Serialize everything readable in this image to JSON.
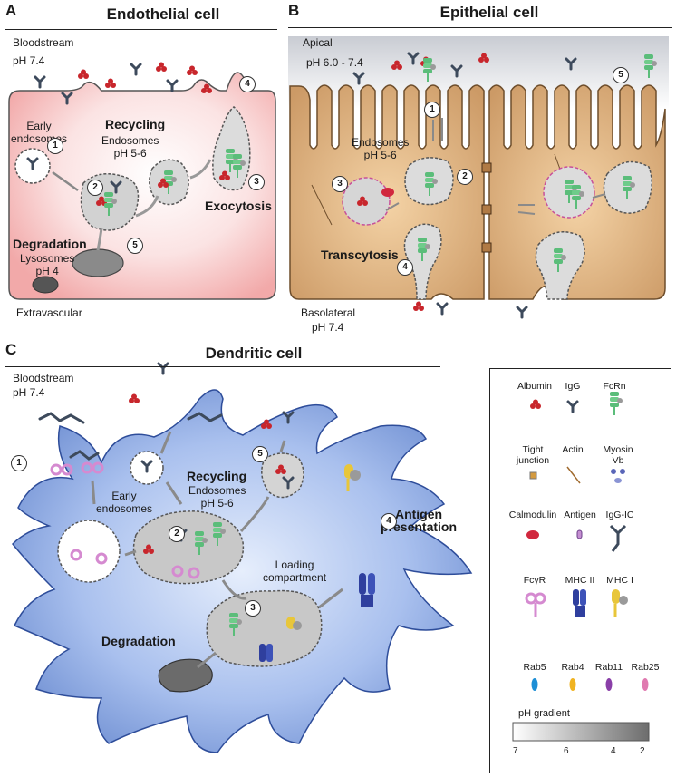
{
  "panel_a": {
    "letter": "A",
    "title": "Endothelial cell",
    "bloodstream": "Bloodstream",
    "bloodstream_ph": "pH 7.4",
    "early_endosomes": "Early\nendosomes",
    "recycling": "Recycling",
    "endosomes_ph": "Endosomes\npH 5-6",
    "exocytosis": "Exocytosis",
    "degradation": "Degradation",
    "lysosomes": "Lysosomes\npH 4",
    "extravascular": "Extravascular",
    "steps": [
      "1",
      "2",
      "3",
      "4",
      "5"
    ]
  },
  "panel_b": {
    "letter": "B",
    "title": "Epithelial cell",
    "apical": "Apical",
    "apical_ph": "pH 6.0 - 7.4",
    "endosomes_ph": "Endosomes\npH 5-6",
    "transcytosis": "Transcytosis",
    "basolateral": "Basolateral",
    "basolateral_ph": "pH 7.4",
    "steps": [
      "1",
      "2",
      "3",
      "4",
      "5"
    ]
  },
  "panel_c": {
    "letter": "C",
    "title": "Dendritic cell",
    "bloodstream": "Bloodstream",
    "bloodstream_ph": "pH 7.4",
    "early_endosomes": "Early\nendosomes",
    "recycling": "Recycling",
    "endosomes_ph": "Endosomes\npH 5-6",
    "antigen_presentation": "Antigen\npresentation",
    "loading_compartment": "Loading\ncompartment",
    "degradation": "Degradation",
    "steps": [
      "1",
      "2",
      "3",
      "4",
      "5"
    ]
  },
  "legend": {
    "items": [
      {
        "label": "Albumin",
        "icon": "albumin-icon"
      },
      {
        "label": "IgG",
        "icon": "igg-icon"
      },
      {
        "label": "FcRn",
        "icon": "fcrn-icon"
      },
      {
        "label": "Tight\njunction",
        "icon": "tight-junction-icon"
      },
      {
        "label": "Actin",
        "icon": "actin-icon"
      },
      {
        "label": "Myosin\nVb",
        "icon": "myosin-vb-icon"
      },
      {
        "label": "Calmodulin",
        "icon": "calmodulin-icon"
      },
      {
        "label": "Antigen",
        "icon": "antigen-icon"
      },
      {
        "label": "IgG-IC",
        "icon": "igg-ic-icon"
      },
      {
        "label": "FcγR",
        "icon": "fcgr-icon"
      },
      {
        "label": "MHC II",
        "icon": "mhc-ii-icon"
      },
      {
        "label": "MHC I",
        "icon": "mhc-i-icon"
      },
      {
        "label": "Rab5",
        "icon": "rab5-icon"
      },
      {
        "label": "Rab4",
        "icon": "rab4-icon"
      },
      {
        "label": "Rab11",
        "icon": "rab11-icon"
      },
      {
        "label": "Rab25",
        "icon": "rab25-icon"
      }
    ],
    "ph_gradient_title": "pH gradient",
    "ph_ticks": [
      "7",
      "6",
      "4",
      "2"
    ]
  },
  "colors": {
    "endothelial_fill": "#f4b3b3",
    "epithelial_fill": "#d9ad7c",
    "dendritic_fill": "#7f9fd8",
    "albumin": "#c8262c",
    "igg": "#3d4a5c",
    "fcrn": "#5bbd7a",
    "mhc_ii": "#2f3f9e",
    "mhc_i": "#e8c63a",
    "fcgr": "#d58ad0"
  }
}
